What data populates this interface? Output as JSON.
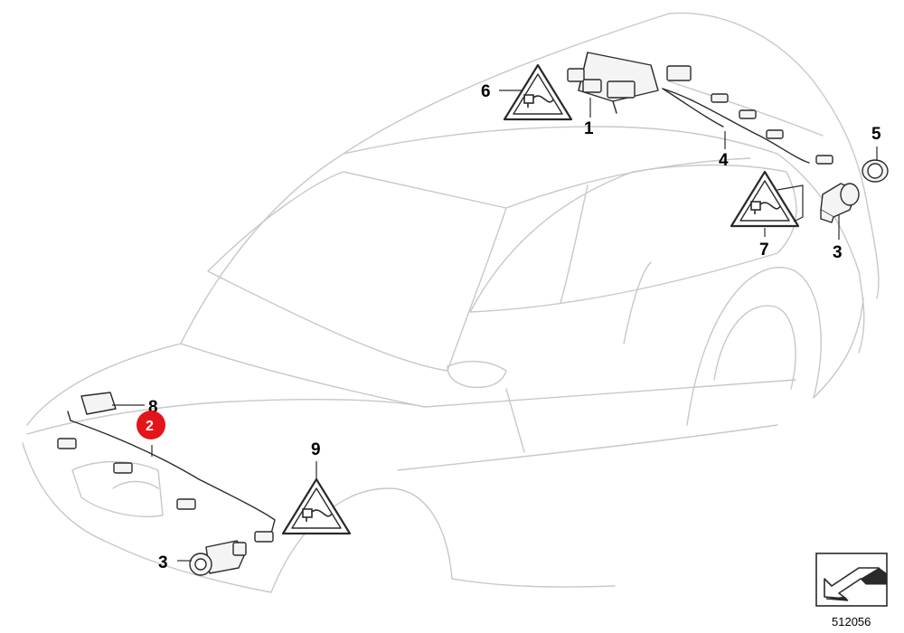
{
  "diagram": {
    "callouts": {
      "c1": "1",
      "c3_rear": "3",
      "c3_front": "3",
      "c4": "4",
      "c5": "5",
      "c6": "6",
      "c7": "7",
      "c8": "8",
      "c9": "9"
    },
    "highlight": {
      "label": "2",
      "color": "#e4141b"
    },
    "reference_number": "512056"
  },
  "colors": {
    "outline": "#c8c8c8",
    "part_line": "#2a2a2a",
    "part_fill": "#f4f4f4"
  }
}
